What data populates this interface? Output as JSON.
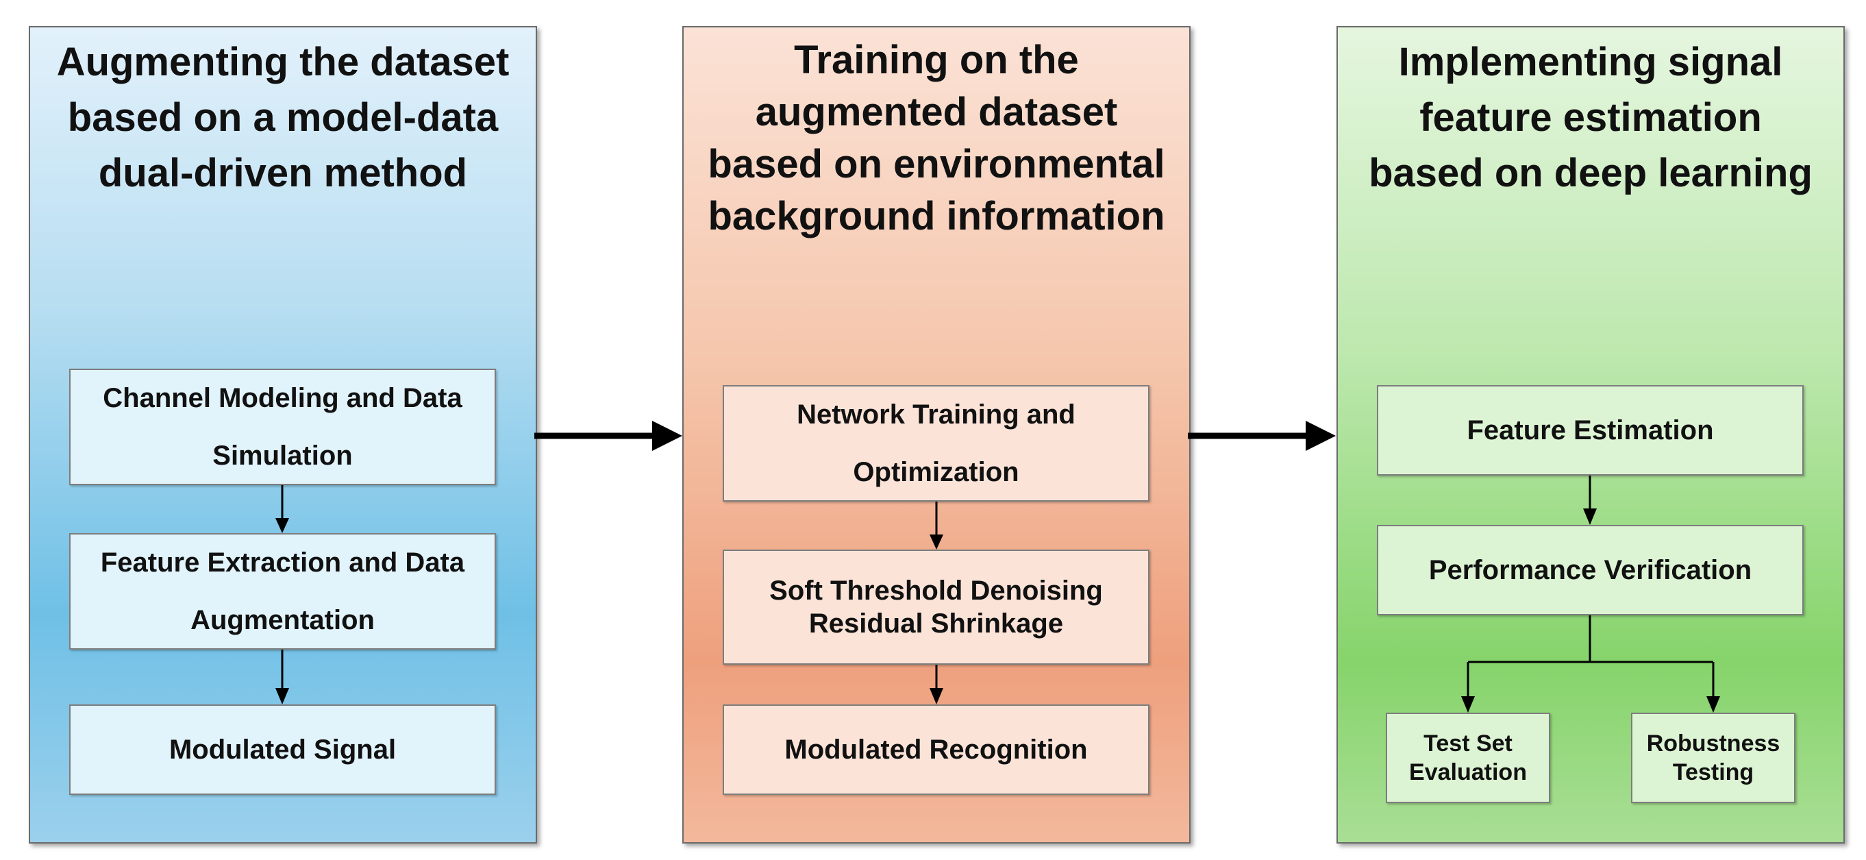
{
  "panels": [
    {
      "title_lines": [
        "Augmenting the dataset",
        "based on a model-data",
        "dual-driven method"
      ],
      "boxes": [
        "Channel Modeling and Data Simulation",
        "Feature Extraction and Data Augmentation",
        "Modulated Signal"
      ]
    },
    {
      "title_lines": [
        "Training on the",
        "augmented dataset",
        "based on environmental",
        "background information"
      ],
      "boxes": [
        "Network Training and Optimization",
        "Soft Threshold Denoising Residual Shrinkage",
        "Modulated Recognition"
      ]
    },
    {
      "title_lines": [
        "Implementing signal",
        "feature estimation",
        "based on deep learning"
      ],
      "boxes": [
        "Feature Estimation",
        "Performance Verification",
        "Test Set Evaluation",
        "Robustness Testing"
      ]
    }
  ],
  "colors": {
    "panel_blue": "#6fc0e6",
    "panel_orange": "#eea07d",
    "panel_green": "#86d46b",
    "arrow": "#000000"
  }
}
